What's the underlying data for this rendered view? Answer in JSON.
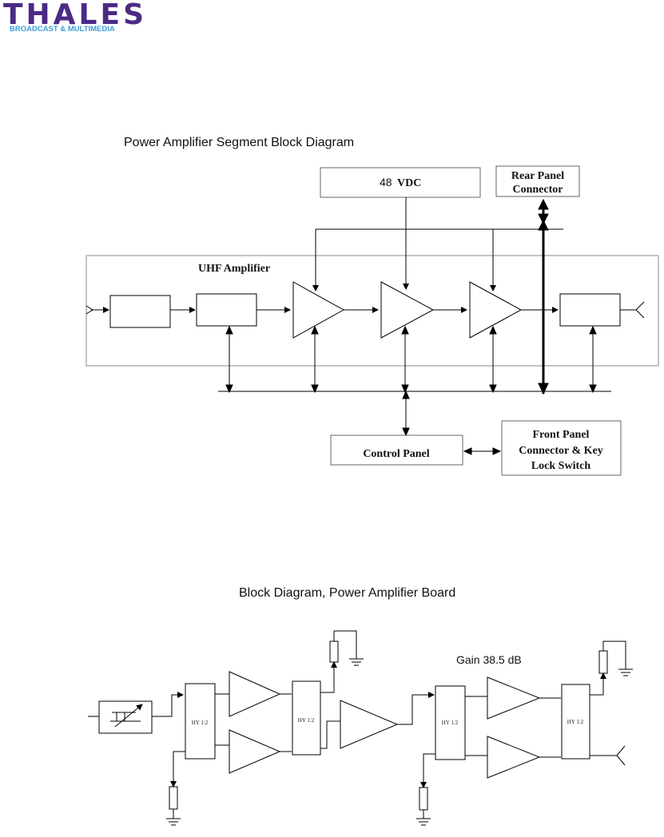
{
  "logo": {
    "name": "THALES",
    "subtitle": "BROADCAST & MULTIMEDIA",
    "colors": {
      "primary": "#4b2a86",
      "accent": "#3aa0d8"
    }
  },
  "diagram1": {
    "title": "Power Amplifier Segment Block Diagram",
    "supply_label": "48",
    "supply_unit": "VDC",
    "rear_panel_line1": "Rear Panel",
    "rear_panel_line2": "Connector",
    "uhf_label": "UHF Amplifier",
    "control_panel_label": "Control Panel",
    "front_panel_line1": "Front Panel",
    "front_panel_line2": "Connector & Key",
    "front_panel_line3": "Lock Switch"
  },
  "diagram2": {
    "title": "Block Diagram, Power Amplifier Board",
    "gain_label": "Gain 38.5 dB",
    "hybrid_label": "HY 1:2"
  }
}
